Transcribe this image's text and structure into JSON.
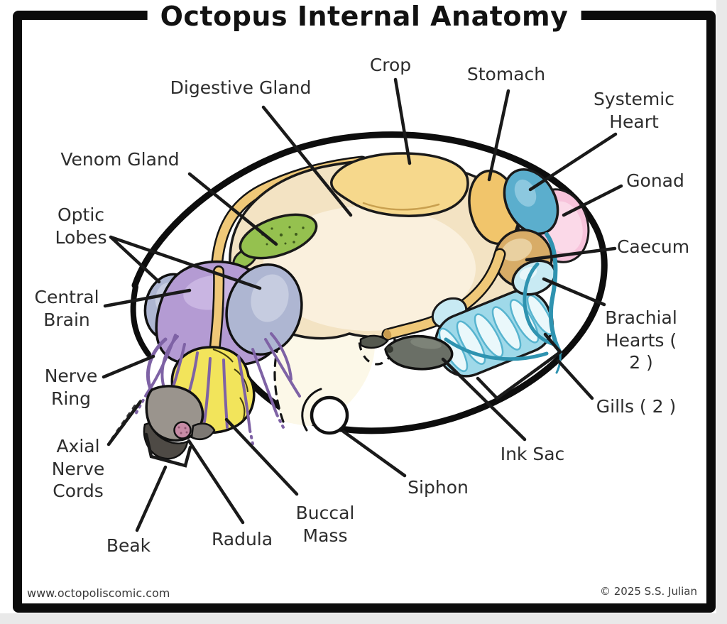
{
  "title": "Octopus Internal Anatomy",
  "footer": {
    "website": "www.octopoliscomic.com",
    "copyright": "© 2025 S.S. Julian"
  },
  "labels": {
    "digestive_gland": "Digestive Gland",
    "crop": "Crop",
    "stomach": "Stomach",
    "systemic_heart": "Systemic\nHeart",
    "venom_gland": "Venom Gland",
    "gonad": "Gonad",
    "optic_lobes": "Optic\nLobes",
    "caecum": "Caecum",
    "central_brain": "Central\nBrain",
    "brachial_hearts": "Brachial\nHearts ( 2 )",
    "nerve_ring": "Nerve\nRing",
    "gills": "Gills ( 2 )",
    "axial_nerve_cords": "Axial\nNerve\nCords",
    "ink_sac": "Ink Sac",
    "siphon": "Siphon",
    "buccal_mass": "Buccal\nMass",
    "radula": "Radula",
    "beak": "Beak"
  },
  "colors": {
    "outline": "#0d0d0d",
    "digestive_gland": "#F3E3C3",
    "digestive_gland_highlight": "#FAF2E2",
    "crop": "#F6D88C",
    "stomach": "#F1C56B",
    "esophagus": "#EFC878",
    "venom_gland": "#95C14F",
    "systemic_heart": "#5BAECD",
    "gonad": "#F7C3DB",
    "caecum": "#D8AC67",
    "brachial_heart": "#C8EAF3",
    "gills": "#9FD9E9",
    "gill_filament": "#EAF8FB",
    "vessel": "#2F93B0",
    "ink_sac": "#6A6F66",
    "optic_lobe": "#AEB6D2",
    "central_brain": "#B49BD3",
    "nerve": "#7E62A5",
    "buccal_mass": "#F2E45B",
    "beak": "#9A948D",
    "beak_tip": "#4E4A45",
    "radula": "#C78BA5",
    "siphon": "#FFFFFF"
  }
}
